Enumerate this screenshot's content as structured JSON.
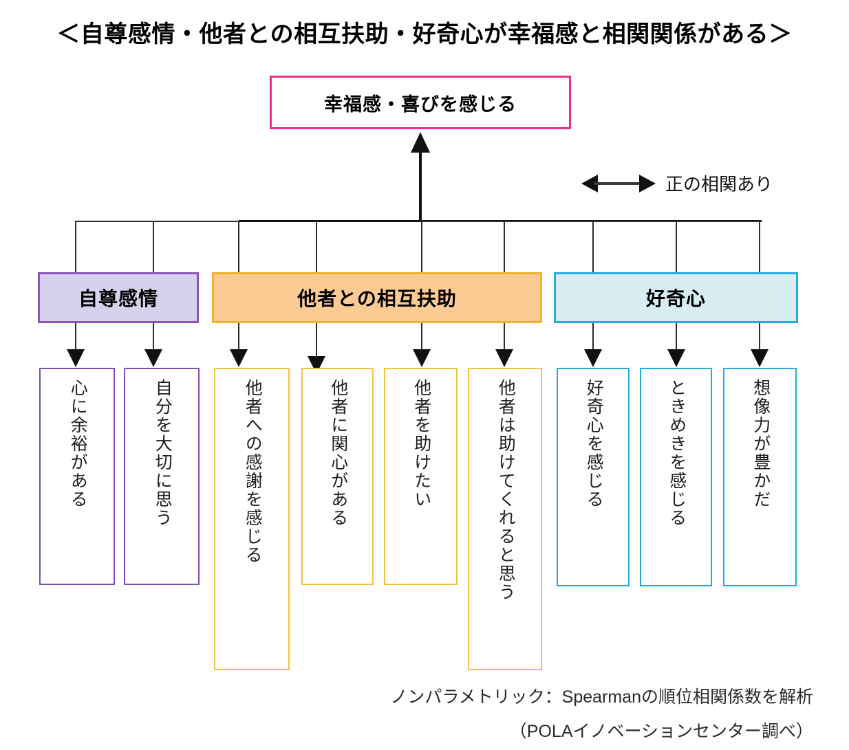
{
  "title": "＜自尊感情・他者との相互扶助・好奇心が幸福感と相関関係がある＞",
  "outcome": {
    "label": "幸福感・喜びを感じる",
    "border_color": "#e8308a"
  },
  "legend": {
    "icon": "double-headed-arrow-icon",
    "label": "正の相関あり"
  },
  "categories": [
    {
      "id": "self-esteem",
      "label": "自尊感情",
      "border_color": "#8a57b8",
      "fill_color": "#d6d1ec",
      "items": [
        {
          "label": "心に余裕がある"
        },
        {
          "label": "自分を大切に思う"
        }
      ]
    },
    {
      "id": "mutual-aid",
      "label": "他者との相互扶助",
      "border_color": "#f0b32a",
      "fill_color": "#fbcb93",
      "items": [
        {
          "label": "他者への感謝を感じる"
        },
        {
          "label": "他者に関心がある"
        },
        {
          "label": "他者を助けたい"
        },
        {
          "label": "他者は助けてくれると思う"
        }
      ]
    },
    {
      "id": "curiosity",
      "label": "好奇心",
      "border_color": "#25aae1",
      "fill_color": "#d8edf2",
      "items": [
        {
          "label": "好奇心を感じる"
        },
        {
          "label": "ときめきを感じる"
        },
        {
          "label": "想像力が豊かだ"
        }
      ]
    }
  ],
  "footer": {
    "line1": "ノンパラメトリック：Spearmanの順位相関係数を解析",
    "line2": "（POLAイノベーションセンター調べ）"
  }
}
